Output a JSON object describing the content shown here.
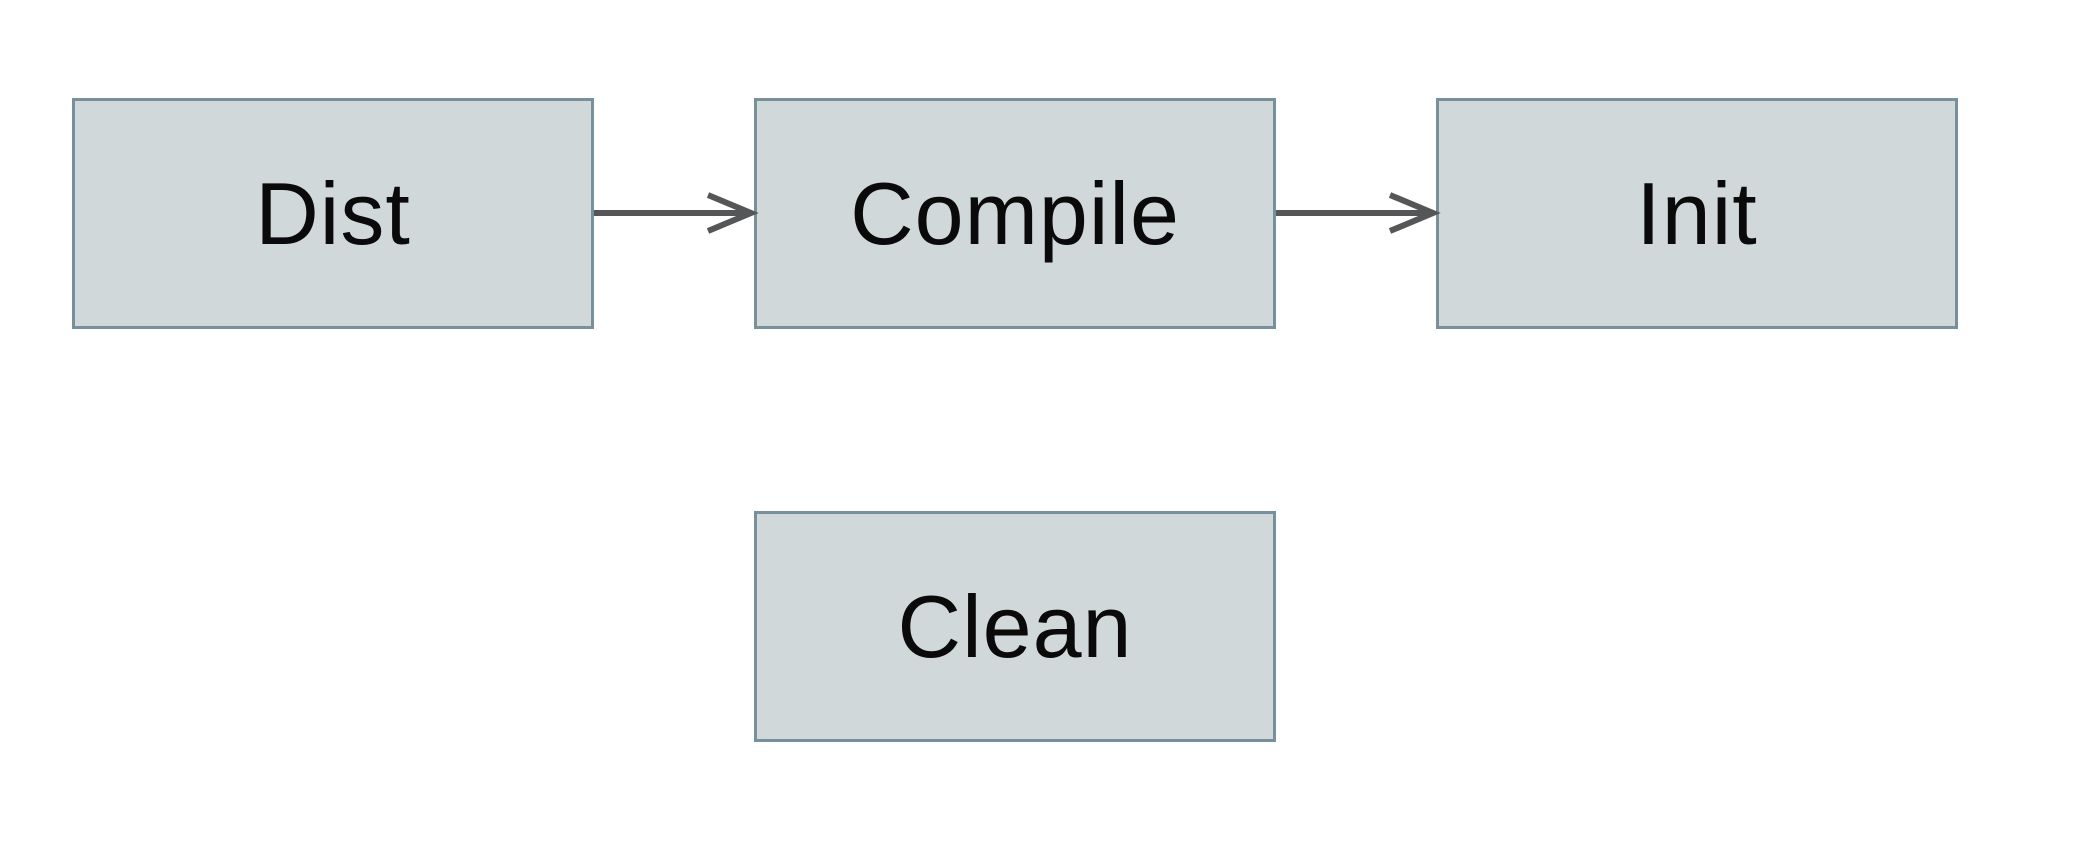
{
  "diagram": {
    "type": "flowchart",
    "nodes": [
      {
        "id": "dist",
        "label": "Dist",
        "row": 1,
        "col": 1
      },
      {
        "id": "compile",
        "label": "Compile",
        "row": 1,
        "col": 2
      },
      {
        "id": "init",
        "label": "Init",
        "row": 1,
        "col": 3
      },
      {
        "id": "clean",
        "label": "Clean",
        "row": 2,
        "col": 2
      }
    ],
    "edges": [
      {
        "from": "dist",
        "to": "compile",
        "direction": "right",
        "style": "open-arrowhead"
      },
      {
        "from": "compile",
        "to": "init",
        "direction": "right",
        "style": "open-arrowhead"
      }
    ]
  },
  "colors": {
    "background": "#ffffff",
    "node_fill": "#d1d8da",
    "node_border": "#78909b",
    "arrow": "#555657",
    "label_text": "#0a0a0a"
  }
}
